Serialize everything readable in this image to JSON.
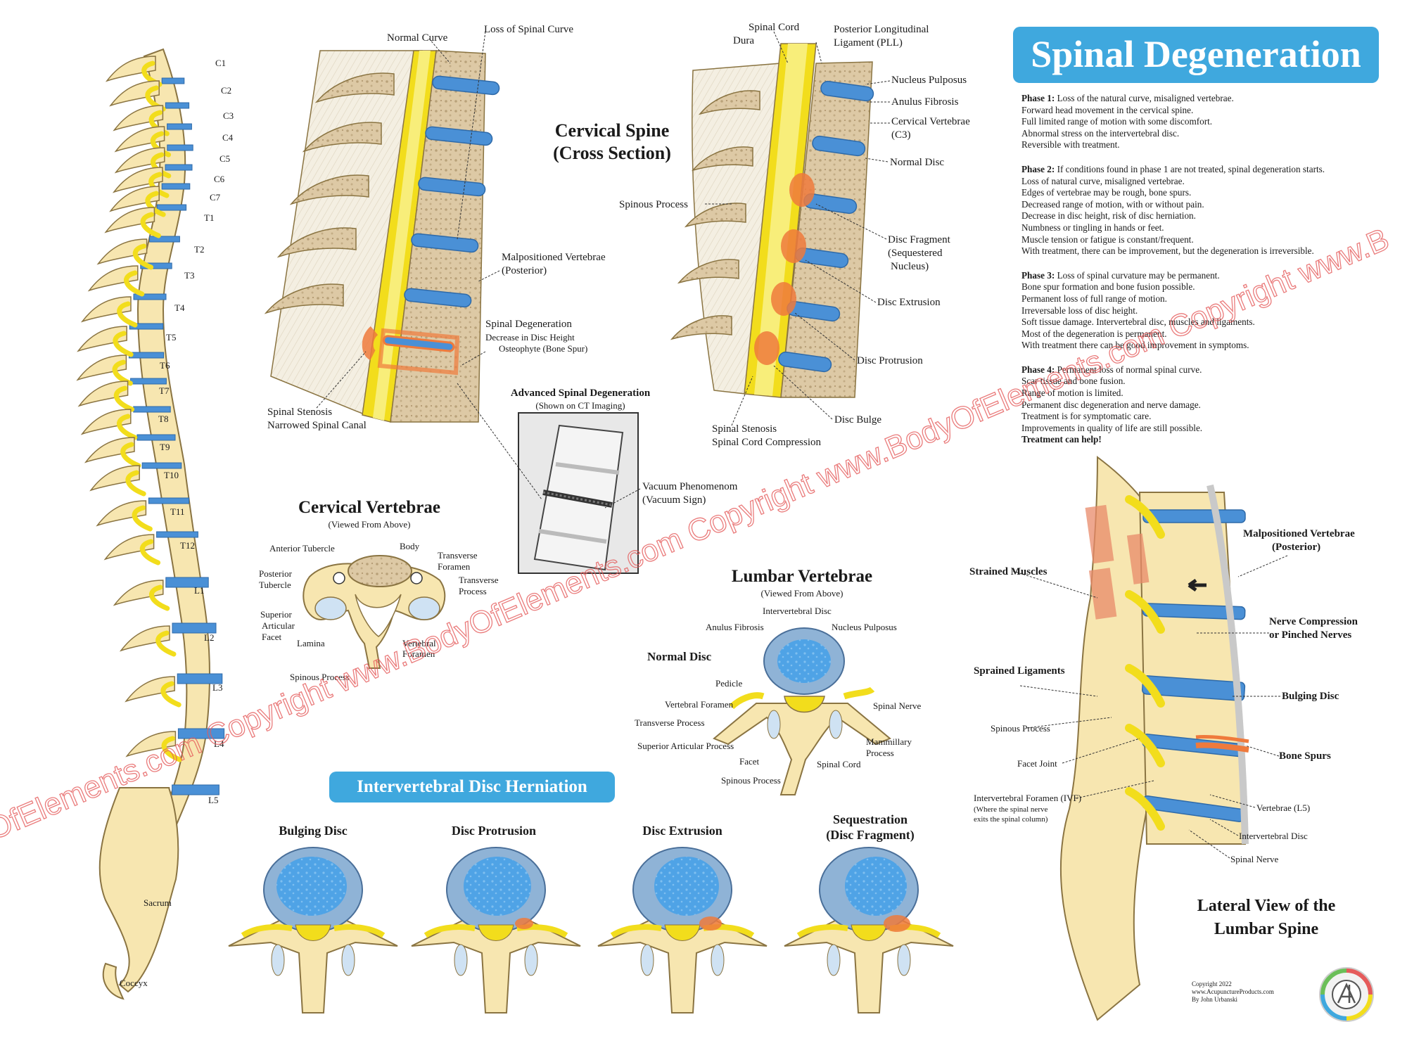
{
  "title": "Spinal Degeneration",
  "phases": [
    {
      "label": "Phase 1:",
      "lines": [
        "Loss of the natural curve, misaligned vertebrae.",
        "Forward head movement in the cervical spine.",
        "Full limited range of motion with some discomfort.",
        "Abnormal stress on the intervertebral disc.",
        "Reversible with treatment."
      ]
    },
    {
      "label": "Phase 2:",
      "lines": [
        "If conditions found in phase 1 are not treated, spinal degeneration starts.",
        "Loss of natural curve, misaligned vertebrae.",
        "Edges of vertebrae may be rough, bone spurs.",
        "Decreased range of motion, with or without pain.",
        "Decrease in disc height, risk of disc herniation.",
        "Numbness or tingling in hands or feet.",
        "Muscle tension or fatigue is constant/frequent.",
        "With treatment, there can be improvement, but the degeneration is irreversible."
      ]
    },
    {
      "label": "Phase 3:",
      "lines": [
        "Loss of spinal curvature may be permanent.",
        "Bone spur formation and bone fusion possible.",
        "Permanent loss of full range of motion.",
        "Irreversable loss of disc height.",
        "Soft tissue damage. Intervertebral disc, muscles and ligaments.",
        "Most of the degeneration is permanent.",
        "With treatment there can be good improvement in symptoms."
      ]
    },
    {
      "label": "Phase 4:",
      "lines": [
        "Permanent loss of normal spinal curve.",
        "Scar tissue and bone fusion.",
        "Range of motion is limited.",
        "Permanent disc degeneration and nerve damage.",
        "Treatment is for symptomatic care.",
        "Improvements in quality of life are still possible."
      ],
      "closing": "Treatment can help!"
    }
  ],
  "vertebra_labels": [
    "C1",
    "C2",
    "C3",
    "C4",
    "C5",
    "C6",
    "C7",
    "T1",
    "T2",
    "T3",
    "T4",
    "T5",
    "T6",
    "T7",
    "T8",
    "T9",
    "T10",
    "T11",
    "T12",
    "L1",
    "L2",
    "L3",
    "L4",
    "L5",
    "Sacrum",
    "Coccyx"
  ],
  "cervical_cross": {
    "heading_1": "Cervical Spine",
    "heading_2": "(Cross Section)",
    "labels": {
      "normal_curve": "Normal Curve",
      "loss_of_curve": "Loss of Spinal Curve",
      "malpositioned_1": "Malpositioned Vertebrae",
      "malpositioned_2": "(Posterior)",
      "degeneration_1": "Spinal Degeneration",
      "degeneration_2": "Decrease in Disc Height",
      "degeneration_3": "Osteophyte (Bone Spur)",
      "stenosis_1": "Spinal Stenosis",
      "stenosis_2": "Narrowed Spinal Canal"
    }
  },
  "disc_pathology": {
    "labels": {
      "spinal_cord": "Spinal Cord",
      "dura": "Dura",
      "pll_1": "Posterior Longitudinal",
      "pll_2": "Ligament (PLL)",
      "nucleus_pulposus": "Nucleus Pulposus",
      "anulus_fibrosis": "Anulus Fibrosis",
      "cervical_vertebrae_1": "Cervical Vertebrae",
      "cervical_vertebrae_2": "(C3)",
      "normal_disc": "Normal Disc",
      "spinous_process": "Spinous Process",
      "fragment_1": "Disc Fragment",
      "fragment_2": "(Sequestered",
      "fragment_3": "Nucleus)",
      "extrusion": "Disc Extrusion",
      "protrusion": "Disc Protrusion",
      "bulge": "Disc Bulge",
      "stenosis_1": "Spinal Stenosis",
      "stenosis_2": "Spinal Cord Compression"
    }
  },
  "advanced": {
    "heading": "Advanced Spinal Degeneration",
    "sub": "(Shown on CT Imaging)",
    "vacuum_1": "Vacuum Phenomenom",
    "vacuum_2": "(Vacuum Sign)"
  },
  "cervical_vertebrae": {
    "heading": "Cervical Vertebrae",
    "sub": "(Viewed From Above)",
    "labels": {
      "anterior_tubercle": "Anterior Tubercle",
      "body": "Body",
      "transverse_foramen_1": "Transverse",
      "transverse_foramen_2": "Foramen",
      "transverse_process_1": "Transverse",
      "transverse_process_2": "Process",
      "posterior_tubercle_1": "Posterior",
      "posterior_tubercle_2": "Tubercle",
      "superior_articular_1": "Superior",
      "superior_articular_2": "Articular",
      "superior_articular_3": "Facet",
      "lamina": "Lamina",
      "vertebral_foramen_1": "Vertebral",
      "vertebral_foramen_2": "Foramen",
      "spinous_process": "Spinous Process"
    }
  },
  "lumbar_vertebrae": {
    "heading": "Lumbar Vertebrae",
    "sub": "(Viewed From Above)",
    "labels": {
      "intervertebral_disc": "Intervertebral Disc",
      "anulus_fibrosis": "Anulus Fibrosis",
      "nucleus_pulposus": "Nucleus Pulposus",
      "normal_disc": "Normal Disc",
      "pedicle": "Pedicle",
      "vertebral_foramen": "Vertebral Foramen",
      "transverse_process": "Transverse Process",
      "superior_articular": "Superior Articular Process",
      "facet": "Facet",
      "spinous_process": "Spinous Process",
      "spinal_nerve": "Spinal Nerve",
      "mammillary_1": "Mammillary",
      "mammillary_2": "Process",
      "spinal_cord": "Spinal Cord"
    }
  },
  "herniation": {
    "heading": "Intervertebral Disc Herniation",
    "stages": [
      {
        "label_1": "Bulging Disc",
        "label_2": ""
      },
      {
        "label_1": "Disc Protrusion",
        "label_2": ""
      },
      {
        "label_1": "Disc Extrusion",
        "label_2": ""
      },
      {
        "label_1": "Sequestration",
        "label_2": "(Disc Fragment)"
      }
    ]
  },
  "lateral": {
    "heading_1": "Lateral View of the",
    "heading_2": "Lumbar Spine",
    "labels": {
      "strained_muscles": "Strained Muscles",
      "malpositioned_1": "Malpositioned Vertebrae",
      "malpositioned_2": "(Posterior)",
      "nerve_1": "Nerve Compression",
      "nerve_2": "or Pinched Nerves",
      "sprained_ligaments": "Sprained Ligaments",
      "bulging_disc": "Bulging Disc",
      "spinous_process": "Spinous Process",
      "bone_spurs": "Bone Spurs",
      "facet_joint": "Facet Joint",
      "ivf_1": "Intervertebral Foramen (IVF)",
      "ivf_2": "(Where the spinal nerve",
      "ivf_3": "exits the spinal column)",
      "vertebrae_l5": "Vertebrae (L5)",
      "intervertebral_disc": "Intervertebral Disc",
      "spinal_nerve": "Spinal Nerve"
    }
  },
  "watermark": "OfElements.com Copyright www.BodyOfElements.com Copyright www.BodyOfElements.com Copyright www.B",
  "footer": {
    "copyright": "Copyright 2022",
    "site": "www.AcupunctureProducts.com",
    "author": "By John Urbanski"
  },
  "colors": {
    "bone": "#f7e6b0",
    "bone_dark": "#e6cf8e",
    "disc": "#4a90d6",
    "disc_light": "#9cc4ea",
    "nerve": "#f2dd1c",
    "spur": "#ef7a3c",
    "accent": "#3fa8de",
    "watermark": "#e55b5b"
  }
}
